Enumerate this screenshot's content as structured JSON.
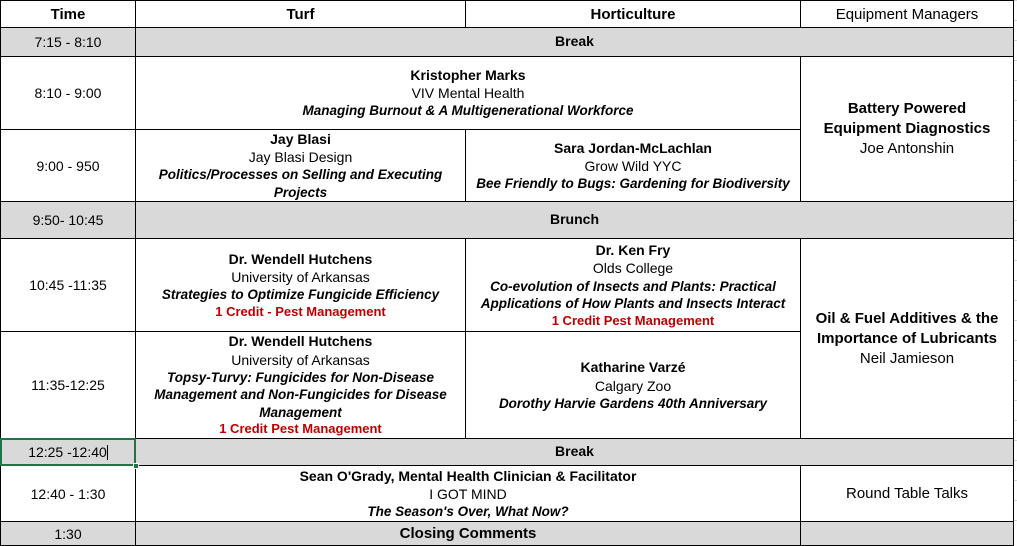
{
  "header": {
    "time": "Time",
    "turf": "Turf",
    "horticulture": "Horticulture",
    "equipment": "Equipment Managers"
  },
  "labels": {
    "break": "Break",
    "brunch": "Brunch",
    "closing": "Closing Comments"
  },
  "colors": {
    "grid": "#000000",
    "grey_fill": "#d9d9d9",
    "credit_red": "#c00000",
    "selection_green": "#217346"
  },
  "rows": [
    {
      "time": "7:15 - 8:10",
      "kind": "break",
      "label": "Break"
    },
    {
      "time": "8:10 - 9:00",
      "kind": "merged-session",
      "session": {
        "who": "Kristopher Marks",
        "org": "VIV Mental Health",
        "title": "Managing Burnout & A Multigenerational Workforce"
      }
    },
    {
      "time": "9:00 - 950",
      "kind": "session",
      "turf": {
        "who": "Jay Blasi",
        "org": "Jay Blasi Design",
        "title": "Politics/Processes on Selling and Executing Projects"
      },
      "horticulture": {
        "who": "Sara Jordan-McLachlan",
        "org": "Grow Wild YYC",
        "title": "Bee Friendly to Bugs: Gardening for Biodiversity"
      }
    },
    {
      "time": "9:50- 10:45",
      "kind": "break",
      "label": "Brunch"
    },
    {
      "time": "10:45 -11:35",
      "kind": "session",
      "turf": {
        "who": "Dr. Wendell Hutchens",
        "org": "University of Arkansas",
        "title": "Strategies to Optimize Fungicide Efficiency",
        "credit": "1 Credit - Pest Management"
      },
      "horticulture": {
        "who": "Dr. Ken Fry",
        "org": "Olds College",
        "title": "Co-evolution of Insects and Plants: Practical Applications of How Plants and Insects Interact",
        "credit": "1 Credit Pest Management"
      }
    },
    {
      "time": "11:35-12:25",
      "kind": "session",
      "turf": {
        "who": "Dr. Wendell Hutchens",
        "org": "University of Arkansas",
        "title": "Topsy-Turvy: Fungicides for Non-Disease Management and Non-Fungicides for Disease Management",
        "credit": "1 Credit Pest Management"
      },
      "horticulture": {
        "who": "Katharine Varzé",
        "org": "Calgary Zoo",
        "title": "Dorothy Harvie Gardens 40th Anniversary"
      }
    },
    {
      "time": "12:25 -12:40",
      "kind": "break",
      "label": "Break",
      "selected": true
    },
    {
      "time": "12:40 - 1:30",
      "kind": "merged-session",
      "session": {
        "who": "Sean O'Grady, Mental Health Clinician & Facilitator",
        "org": "I GOT MIND",
        "title": "The Season's Over, What Now?"
      },
      "equipment": "Round Table Talks"
    },
    {
      "time": "1:30",
      "kind": "closing",
      "label": "Closing Comments"
    }
  ],
  "equipment_blocks": [
    {
      "title_line1": "Battery Powered",
      "title_line2": "Equipment Diagnostics",
      "name": "Joe Antonshin"
    },
    {
      "title_line1": "Oil & Fuel Additives & the",
      "title_line2": "Importance of Lubricants",
      "name": "Neil Jamieson"
    },
    {
      "plain": "Round Table Talks"
    }
  ]
}
